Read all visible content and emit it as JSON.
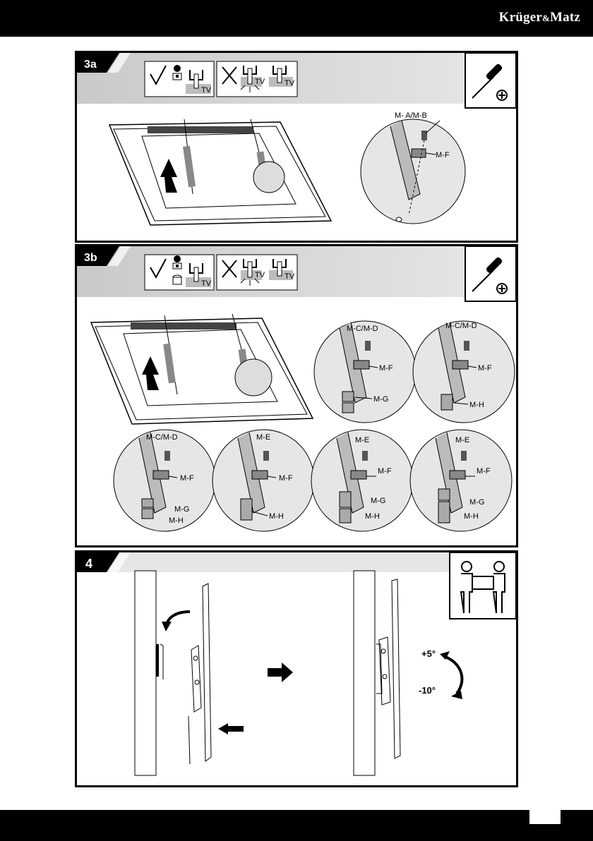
{
  "brand": {
    "name_left": "Krüger",
    "amp": "&",
    "name_right": "Matz"
  },
  "steps": {
    "s3a": {
      "number": "3a",
      "labels": {
        "screw": "M- A/M-B",
        "washer": "M-F"
      }
    },
    "s3b": {
      "number": "3b",
      "labels": {
        "c1_screw": "M-C/M-D",
        "c1_washer": "M-F",
        "c1_spacer": "M-G",
        "c2_screw": "M-C/M-D",
        "c2_washer": "M-F",
        "c2_spacer": "M-H",
        "c3_screw": "M-C/M-D",
        "c3_washer": "M-F",
        "c3_spacer_g": "M-G",
        "c3_spacer_h": "M-H",
        "c4_screw": "M-E",
        "c4_washer": "M-F",
        "c4_spacer": "M-H",
        "c5_screw": "M-E",
        "c5_washer": "M-F",
        "c5_spacer_g": "M-G",
        "c5_spacer_h": "M-H",
        "c6_screw": "M-E",
        "c6_washer": "M-F",
        "c6_spacer_g": "M-G",
        "c6_spacer_h": "M-H"
      }
    },
    "s4": {
      "number": "4",
      "tilt_up": "+5°",
      "tilt_down": "-10°"
    }
  },
  "icons": {
    "screwdriver": "screwdriver-icon",
    "phillips": "phillips-head-icon",
    "correct": "checkmark-icon",
    "wrong": "cross-icon",
    "two_person": "two-person-lift-icon"
  },
  "tv_tag": "TV"
}
